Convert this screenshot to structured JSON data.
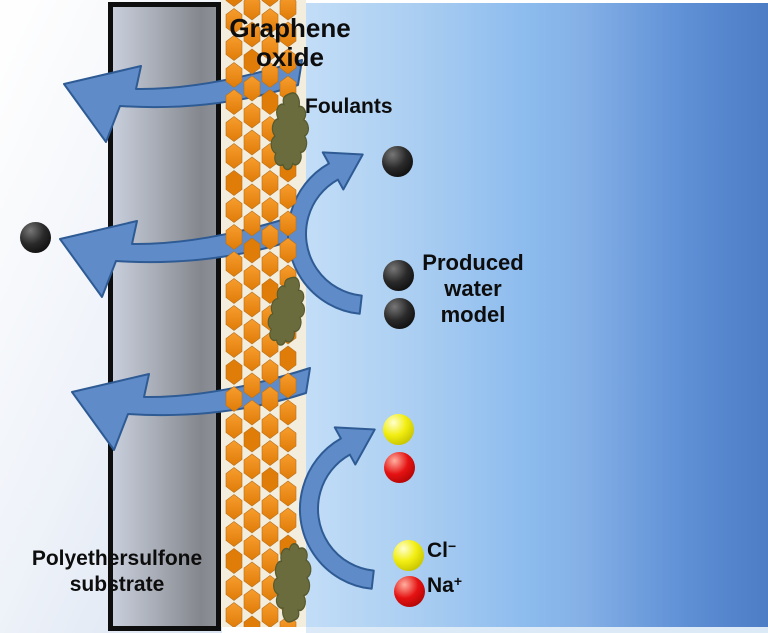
{
  "labels": {
    "graphene_oxide": "Graphene\noxide",
    "foulants": "Foulants",
    "produced_water_model": "Produced\nwater\nmodel",
    "substrate": "Polyethersulfone\nsubstrate",
    "chloride_base": "Cl",
    "chloride_charge": "−",
    "sodium_base": "Na",
    "sodium_charge": "+"
  },
  "colors": {
    "arrow_blue": "#5f8cc9",
    "arrow_outline": "#2f5b94",
    "graphene_orange_light": "#f79d2e",
    "graphene_orange_dark": "#e07c08",
    "graphene_outline": "#b8701a",
    "go_background": "#f3edde",
    "foulant_olive": "#6b6c3e",
    "foulant_outline": "#565a2e",
    "chloride_yellow": "#f2ee12",
    "sodium_red": "#e51212",
    "particle_black": "#0c0c0c",
    "water_light": "#c2ddf7",
    "water_dark": "#4c7dc5",
    "substrate_light": "#c8cedb",
    "substrate_dark": "#84878d",
    "substrate_zone_tint": "#d9e3f1"
  }
}
